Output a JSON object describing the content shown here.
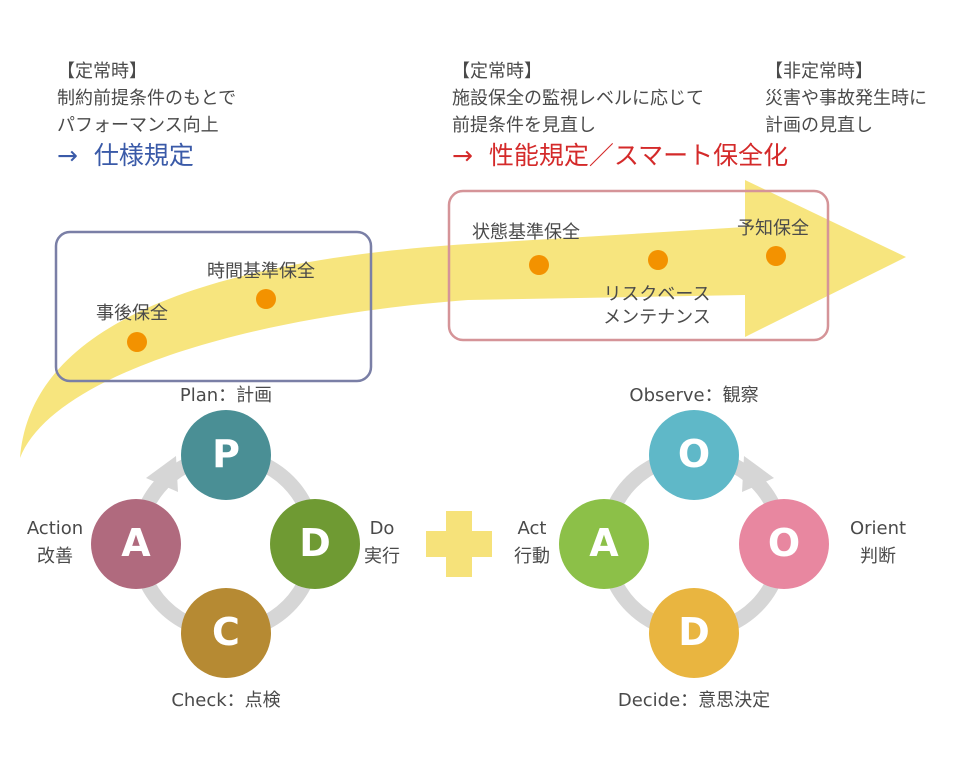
{
  "notes": {
    "normal1": {
      "tag": "【定常時】",
      "line1": "制約前提条件のもとで",
      "line2": "パフォーマンス向上"
    },
    "normal2": {
      "tag": "【定常時】",
      "line1": "施設保全の監視レベルに応じて",
      "line2": "前提条件を見直し"
    },
    "abnormal": {
      "tag": "【非定常時】",
      "line1": "災害や事故発生時に",
      "line2": "計画の見直し"
    }
  },
  "approaches": {
    "spec": {
      "arrow": "→",
      "label": "仕様規定"
    },
    "performance": {
      "arrow": "→",
      "label": "性能規定／スマート保全化"
    }
  },
  "maintenance": {
    "post": "事後保全",
    "time_based": "時間基準保全",
    "condition_based": "状態基準保全",
    "risk_based_line1": "リスクベース",
    "risk_based_line2": "メンテナンス",
    "predictive": "予知保全"
  },
  "pdca": {
    "plan": {
      "letter": "P",
      "label": "Plan：計画"
    },
    "do": {
      "letter": "D",
      "label_en": "Do",
      "label_ja": "実行"
    },
    "check": {
      "letter": "C",
      "label": "Check：点検"
    },
    "act": {
      "letter": "A",
      "label_en": "Action",
      "label_ja": "改善"
    }
  },
  "ooda": {
    "observe": {
      "letter": "O",
      "label": "Observe：観察"
    },
    "orient": {
      "letter": "O",
      "label_en": "Orient",
      "label_ja": "判断"
    },
    "decide": {
      "letter": "D",
      "label": "Decide：意思決定"
    },
    "act": {
      "letter": "A",
      "label_en": "Act",
      "label_ja": "行動"
    }
  },
  "colors": {
    "arrow_yellow": "#f7e57e",
    "spec_blue": "#3a5aa8",
    "perf_red": "#d42a2a",
    "box_blue": "#7a7fa6",
    "box_pink": "#d59498",
    "dot_orange": "#f39200",
    "plan_teal": "#4a8f95",
    "do_green": "#6f9a33",
    "check_brown": "#b68a33",
    "act_mauve": "#b06a7e",
    "observe_cyan": "#5fb8c8",
    "orient_pink": "#e887a0",
    "decide_orange": "#e9b540",
    "act_green": "#8cc048",
    "ring_gray": "#d6d6d6",
    "plus_yellow": "#f6e27a"
  }
}
